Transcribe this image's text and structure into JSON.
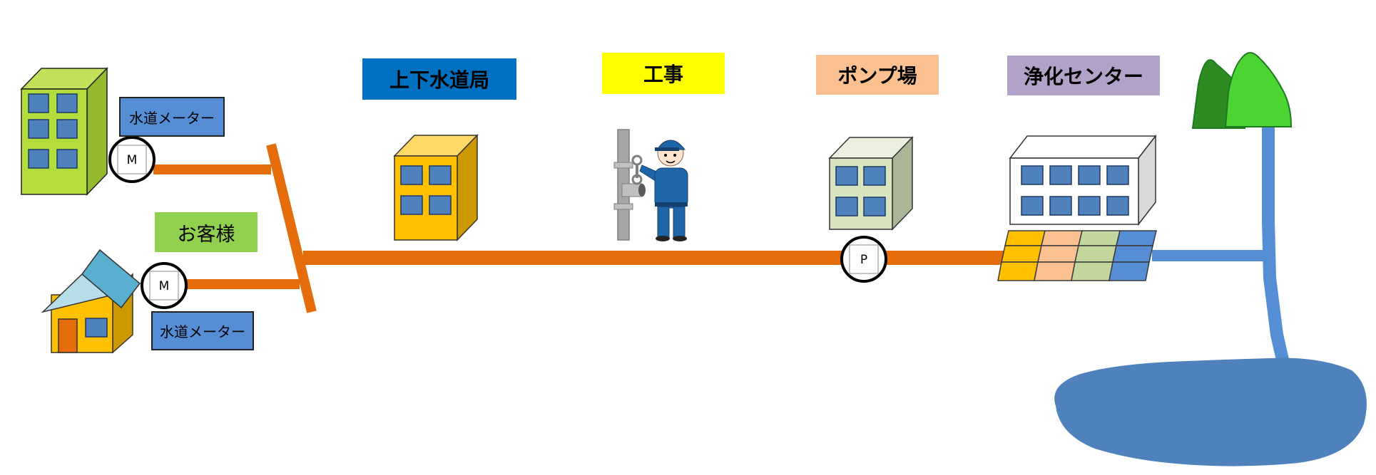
{
  "labels": {
    "water_bureau": "上下水道局",
    "construction": "工事",
    "pump_station": "ポンプ場",
    "purification_center": "浄化センター",
    "customer": "お客様",
    "water_meter_top": "水道メーター",
    "water_meter_bottom": "水道メーター"
  },
  "meter_symbols": {
    "meter_top": "M",
    "meter_bottom": "M",
    "pump": "P"
  },
  "colors": {
    "sewer_pipe": "#e46c0a",
    "treated_water": "#558ed5",
    "water_bureau_label": "#0070c0",
    "construction_label": "#ffff00",
    "pump_label": "#fac090",
    "purification_label": "#b3a2c7",
    "customer_label": "#92d050",
    "meter_label": "#558ed5"
  }
}
